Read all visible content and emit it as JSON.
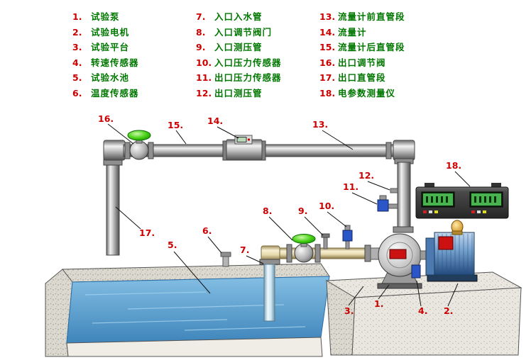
{
  "colors": {
    "callout_red": "#cc0000",
    "legend_green": "#007700",
    "water_blue": "#4f9ccc",
    "valve_handle_green": "#1fb400",
    "motor_blue": "#3f6fa8",
    "meter_display_green": "#49b34f",
    "pump_nameplate_red": "#cc1111",
    "background": "#ffffff"
  },
  "legend": {
    "columns": [
      {
        "items": [
          {
            "num": "1.",
            "label": "试验泵"
          },
          {
            "num": "2.",
            "label": "试验电机"
          },
          {
            "num": "3.",
            "label": "试验平台"
          },
          {
            "num": "4.",
            "label": "转速传感器"
          },
          {
            "num": "5.",
            "label": "试验水池"
          },
          {
            "num": "6.",
            "label": "温度传感器"
          }
        ]
      },
      {
        "items": [
          {
            "num": "7.",
            "label": "入口入水管"
          },
          {
            "num": "8.",
            "label": "入口调节阀门"
          },
          {
            "num": "9.",
            "label": "入口测压管"
          },
          {
            "num": "10.",
            "label": "入口压力传感器"
          },
          {
            "num": "11.",
            "label": "出口压力传感器"
          },
          {
            "num": "12.",
            "label": "出口测压管"
          }
        ]
      },
      {
        "items": [
          {
            "num": "13.",
            "label": "流量计前直管段"
          },
          {
            "num": "14.",
            "label": "流量计"
          },
          {
            "num": "15.",
            "label": "流量计后直管段"
          },
          {
            "num": "16.",
            "label": "出口调节阀"
          },
          {
            "num": "17.",
            "label": "出口直管段"
          },
          {
            "num": "18.",
            "label": "电参数测量仪"
          }
        ]
      }
    ]
  },
  "diagram": {
    "callouts": {
      "n1": "1.",
      "n2": "2.",
      "n3": "3.",
      "n4": "4.",
      "n5": "5.",
      "n6": "6.",
      "n7": "7.",
      "n8": "8.",
      "n9": "9.",
      "n10": "10.",
      "n11": "11.",
      "n12": "12.",
      "n13": "13.",
      "n14": "14.",
      "n15": "15.",
      "n16": "16.",
      "n17": "17.",
      "n18": "18."
    }
  }
}
